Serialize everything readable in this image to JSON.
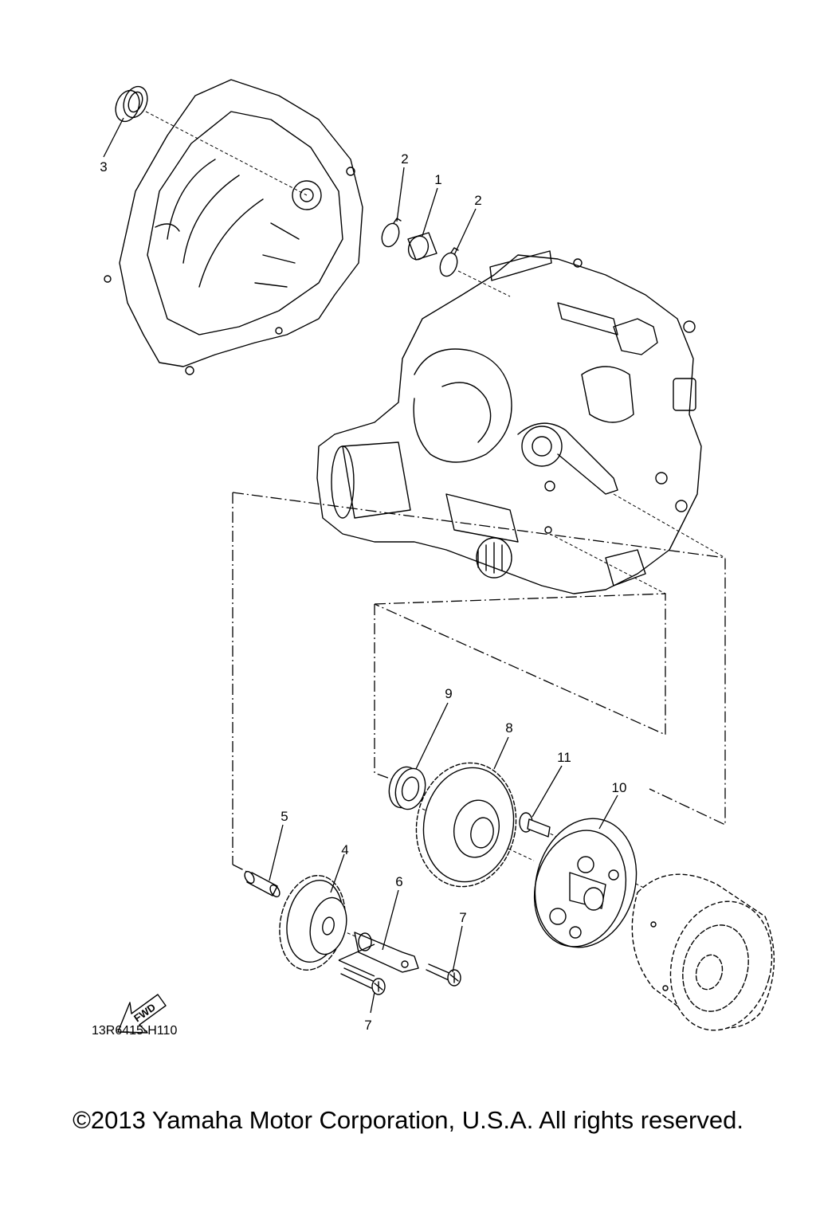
{
  "callouts": [
    {
      "id": "1",
      "text": "1"
    },
    {
      "id": "2a",
      "text": "2"
    },
    {
      "id": "2b",
      "text": "2"
    },
    {
      "id": "3",
      "text": "3"
    },
    {
      "id": "4",
      "text": "4"
    },
    {
      "id": "5",
      "text": "5"
    },
    {
      "id": "6",
      "text": "6"
    },
    {
      "id": "7a",
      "text": "7"
    },
    {
      "id": "7b",
      "text": "7"
    },
    {
      "id": "8",
      "text": "8"
    },
    {
      "id": "9",
      "text": "9"
    },
    {
      "id": "10",
      "text": "10"
    },
    {
      "id": "11",
      "text": "11"
    }
  ],
  "fwd_label": "FWD",
  "diagram_code": "13R6415-H110",
  "copyright": "©2013 Yamaha Motor Corporation, U.S.A. All rights reserved."
}
